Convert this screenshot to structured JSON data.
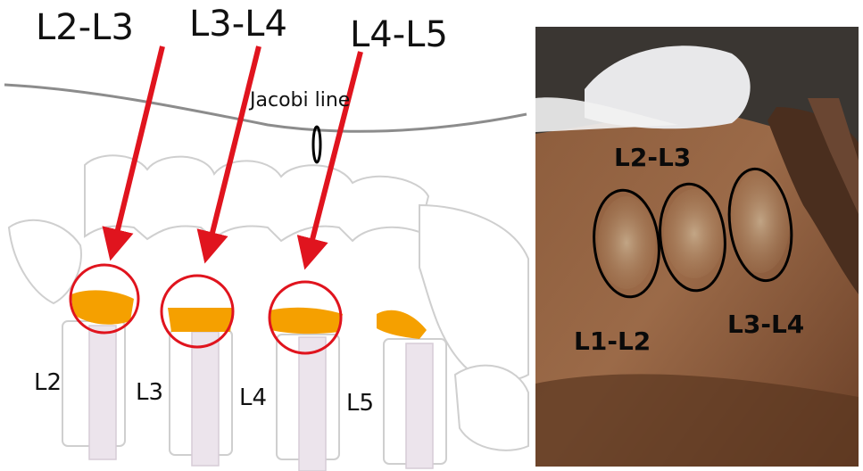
{
  "left_panel": {
    "top_labels": [
      "L2-L3",
      "L3-L4",
      "L4-L5"
    ],
    "jacobi_label": "Jacobi line",
    "vertebra_labels": [
      "L2",
      "L3",
      "L4",
      "L5"
    ]
  },
  "right_panel": {
    "labels": {
      "upper": "L2-L3",
      "lower_left": "L1-L2",
      "lower_right": "L3-L4"
    }
  },
  "colors": {
    "arrow": "#e0141e",
    "injectate": "#f5a000",
    "bone_outline": "#c8c8c8",
    "ellipse": "#000000"
  }
}
